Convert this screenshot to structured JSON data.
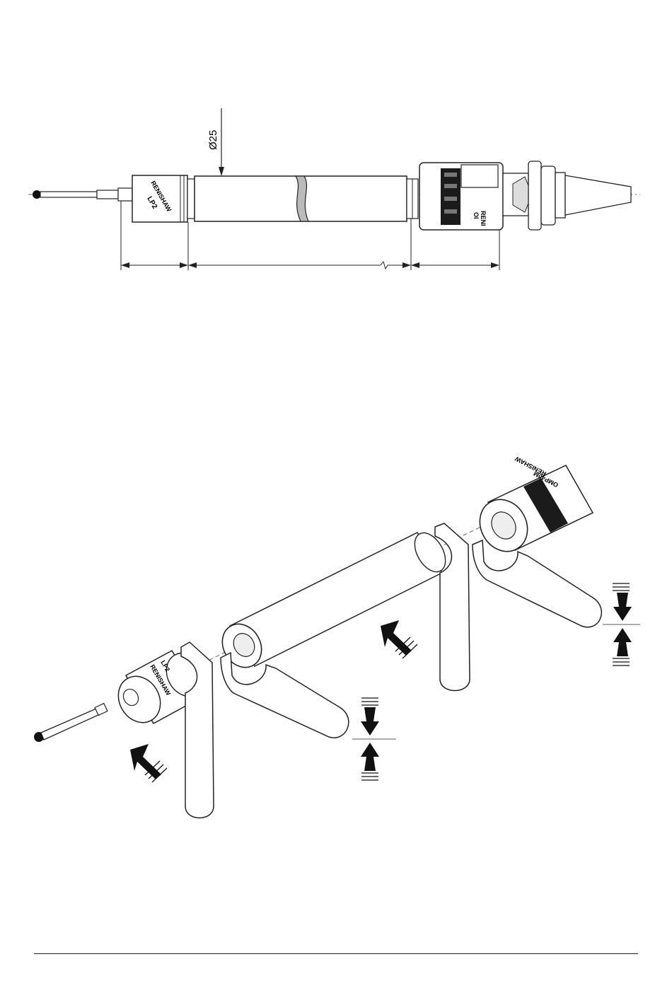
{
  "top_drawing": {
    "diameter_label": "Ø25",
    "probe_brand": "RENISHAW",
    "probe_model": "LP2",
    "interface_brand": "RENI",
    "interface_model": "OI"
  },
  "bottom_drawing": {
    "probe_brand": "RENISHAW",
    "probe_model": "LP2",
    "interface_brand": "RENISHAW",
    "interface_model": "OMP40M"
  }
}
